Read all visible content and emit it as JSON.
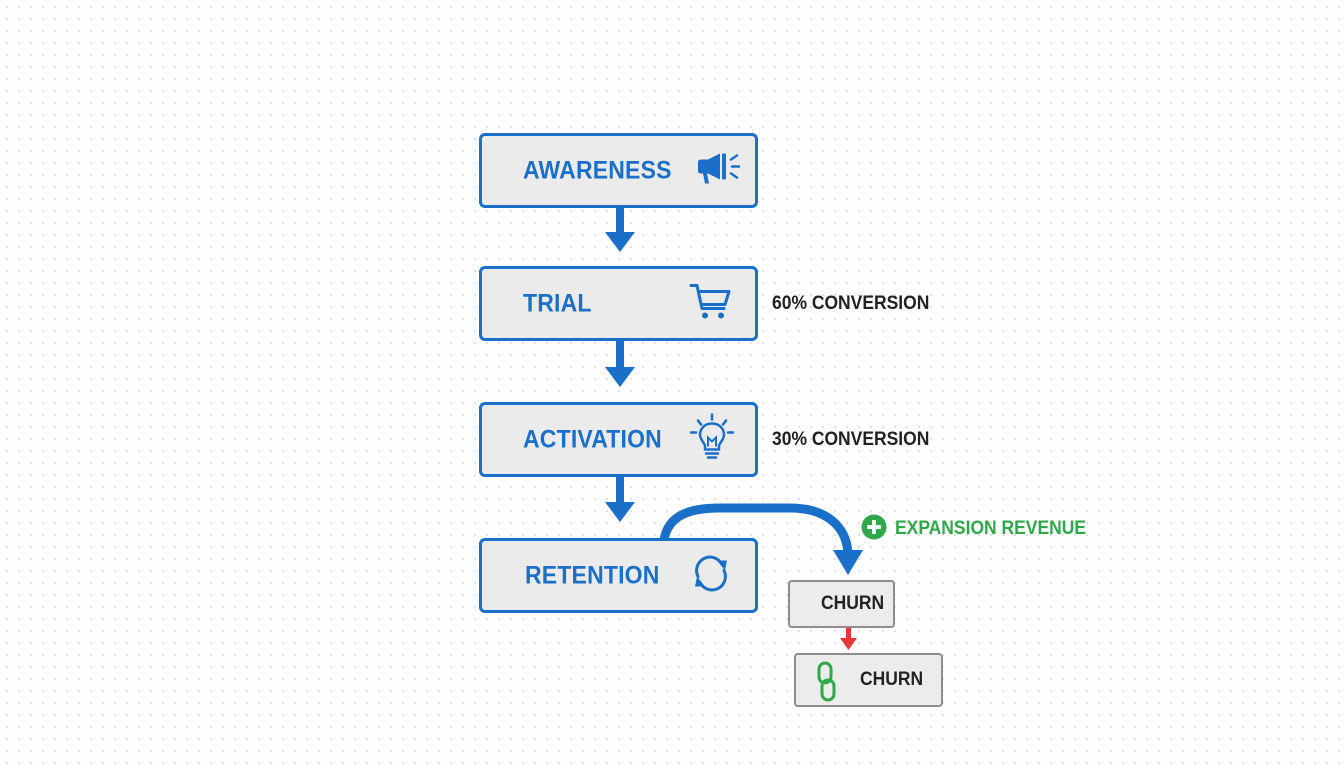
{
  "diagram": {
    "type": "funnel-flowchart",
    "stages": [
      {
        "id": "awareness",
        "label": "AWARENESS",
        "icon": "megaphone-icon"
      },
      {
        "id": "trial",
        "label": "TRIAL",
        "icon": "shopping-cart-icon"
      },
      {
        "id": "activation",
        "label": "ACTIVATION",
        "icon": "lightbulb-icon"
      },
      {
        "id": "retention",
        "label": "RETENTION",
        "icon": "refresh-cycle-icon"
      }
    ],
    "conversions": [
      {
        "after_stage": "trial",
        "label": "60% CONVERSION"
      },
      {
        "after_stage": "activation",
        "label": "30% CONVERSION"
      }
    ],
    "branch": {
      "from": "retention",
      "annotation": {
        "label": "EXPANSION REVENUE",
        "icon": "plus-circle-icon"
      },
      "targets": [
        {
          "id": "churn-1",
          "label": "CHURN"
        },
        {
          "id": "churn-2",
          "label": "CHURN",
          "icon": "chain-link-icon"
        }
      ]
    },
    "colors": {
      "primary": "#1a6fc9",
      "box_fill": "#ebebeb",
      "text_dark": "#222222",
      "positive": "#2ea84a",
      "negative": "#e53935",
      "neutral_border": "#8d8d8d"
    },
    "edges": [
      {
        "from": "awareness",
        "to": "trial"
      },
      {
        "from": "trial",
        "to": "activation"
      },
      {
        "from": "activation",
        "to": "retention"
      },
      {
        "from": "retention",
        "to": "churn-1"
      },
      {
        "from": "churn-1",
        "to": "churn-2"
      }
    ]
  }
}
